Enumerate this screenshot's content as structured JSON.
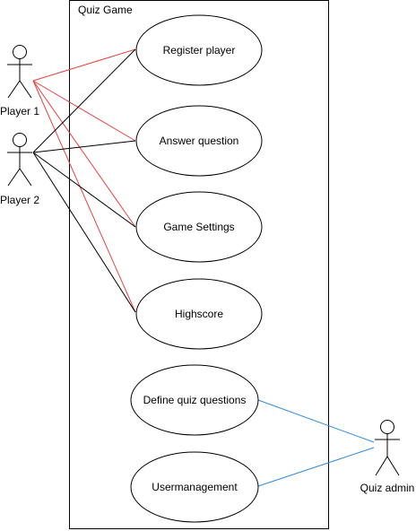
{
  "system": {
    "title": "Quiz Game"
  },
  "actors": {
    "player1": {
      "label": "Player 1"
    },
    "player2": {
      "label": "Player 2"
    },
    "admin": {
      "label": "Quiz admin"
    }
  },
  "use_cases": {
    "register": "Register player",
    "answer": "Answer question",
    "settings": "Game Settings",
    "highscore": "Highscore",
    "define": "Define quiz questions",
    "usermgmt": "Usermanagement"
  },
  "associations": [
    {
      "actor": "player1",
      "use_case": "register",
      "color": "#e8423f"
    },
    {
      "actor": "player1",
      "use_case": "answer",
      "color": "#e8423f"
    },
    {
      "actor": "player1",
      "use_case": "settings",
      "color": "#e8423f"
    },
    {
      "actor": "player1",
      "use_case": "highscore",
      "color": "#e8423f"
    },
    {
      "actor": "player2",
      "use_case": "register",
      "color": "#000000"
    },
    {
      "actor": "player2",
      "use_case": "answer",
      "color": "#000000"
    },
    {
      "actor": "player2",
      "use_case": "settings",
      "color": "#000000"
    },
    {
      "actor": "player2",
      "use_case": "highscore",
      "color": "#000000"
    },
    {
      "actor": "admin",
      "use_case": "define",
      "color": "#2f8de4"
    },
    {
      "actor": "admin",
      "use_case": "usermgmt",
      "color": "#2f8de4"
    }
  ],
  "colors": {
    "player1_links": "#e8423f",
    "player2_links": "#000000",
    "admin_links": "#2f8de4",
    "stroke": "#000000"
  }
}
